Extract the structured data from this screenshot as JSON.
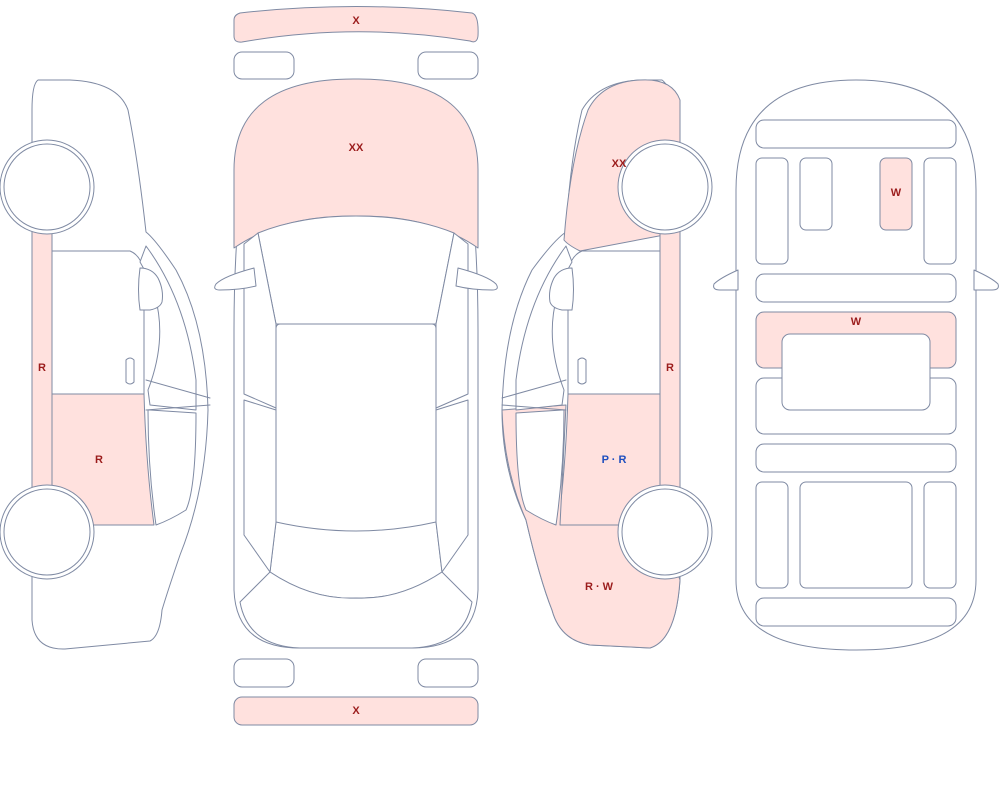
{
  "legend_colors": {
    "damaged_fill": "#ffe1de",
    "outline": "#7f8aa3",
    "code_red": "#9b1c1c",
    "code_blue": "#1f4fbf"
  },
  "labels": {
    "front_bumper": "X",
    "hood": "XX",
    "rear_bumper": "X",
    "left_rocker": "R",
    "left_rear_door": "R",
    "right_front_fender": "XX",
    "right_rocker": "R",
    "right_rear_door": {
      "p": "P",
      "sep": " · ",
      "r": "R"
    },
    "right_rear_quarter": "R · W",
    "interior_seat": "W",
    "interior_row": "W"
  }
}
